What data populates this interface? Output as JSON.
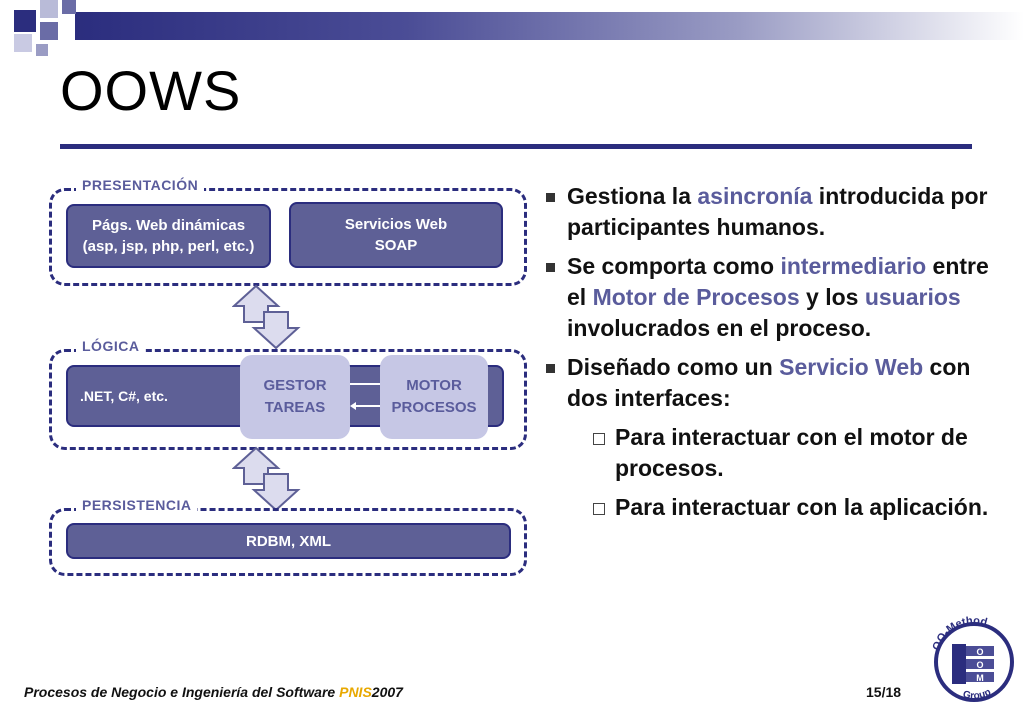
{
  "slide": {
    "title": "OOWS"
  },
  "diagram": {
    "presentation": {
      "label": "PRESENTACIÓN",
      "box1": {
        "line1": "Págs. Web dinámicas",
        "line2": "(asp, jsp, php, perl, etc.)"
      },
      "box2": {
        "line1": "Servicios Web",
        "line2": "SOAP"
      }
    },
    "logic": {
      "label": "LÓGICA",
      "bar": ".NET, C#, etc.",
      "gestor": {
        "line1": "GESTOR",
        "line2": "TAREAS"
      },
      "motor": {
        "line1": "MOTOR",
        "line2": "PROCESOS"
      }
    },
    "persistence": {
      "label": "PERSISTENCIA",
      "bar": "RDBM, XML"
    }
  },
  "bullets": {
    "b1": {
      "t1": "Gestiona la ",
      "h1": "asincronía",
      "t2": " introducida por participantes humanos."
    },
    "b2": {
      "t1": "Se comporta como ",
      "h1": "intermediario",
      "t2": " entre el ",
      "h2": "Motor de Procesos",
      "t3": " y los ",
      "h3": "usuarios",
      "t4": " involucrados en el proceso."
    },
    "b3": {
      "t1": "Diseñado como un ",
      "h1": "Servicio Web",
      "t2": " con dos interfaces:"
    },
    "sub1": "Para interactuar con el motor de procesos.",
    "sub2": "Para interactuar con la aplicación."
  },
  "footer": {
    "text": "Procesos de Negocio e Ingeniería del Software ",
    "pnis": "PNIS",
    "year": "2007",
    "page": "15/18"
  },
  "logo": {
    "top_text": "OO-Method",
    "bottom_text": "Group",
    "letters": [
      "O",
      "O",
      "M"
    ]
  },
  "colors": {
    "accent": "#2b2d7e",
    "box": "#5e6096",
    "highlight": "#5a5c9c",
    "light": "#c6c7e5",
    "pnis": "#e8a800"
  }
}
